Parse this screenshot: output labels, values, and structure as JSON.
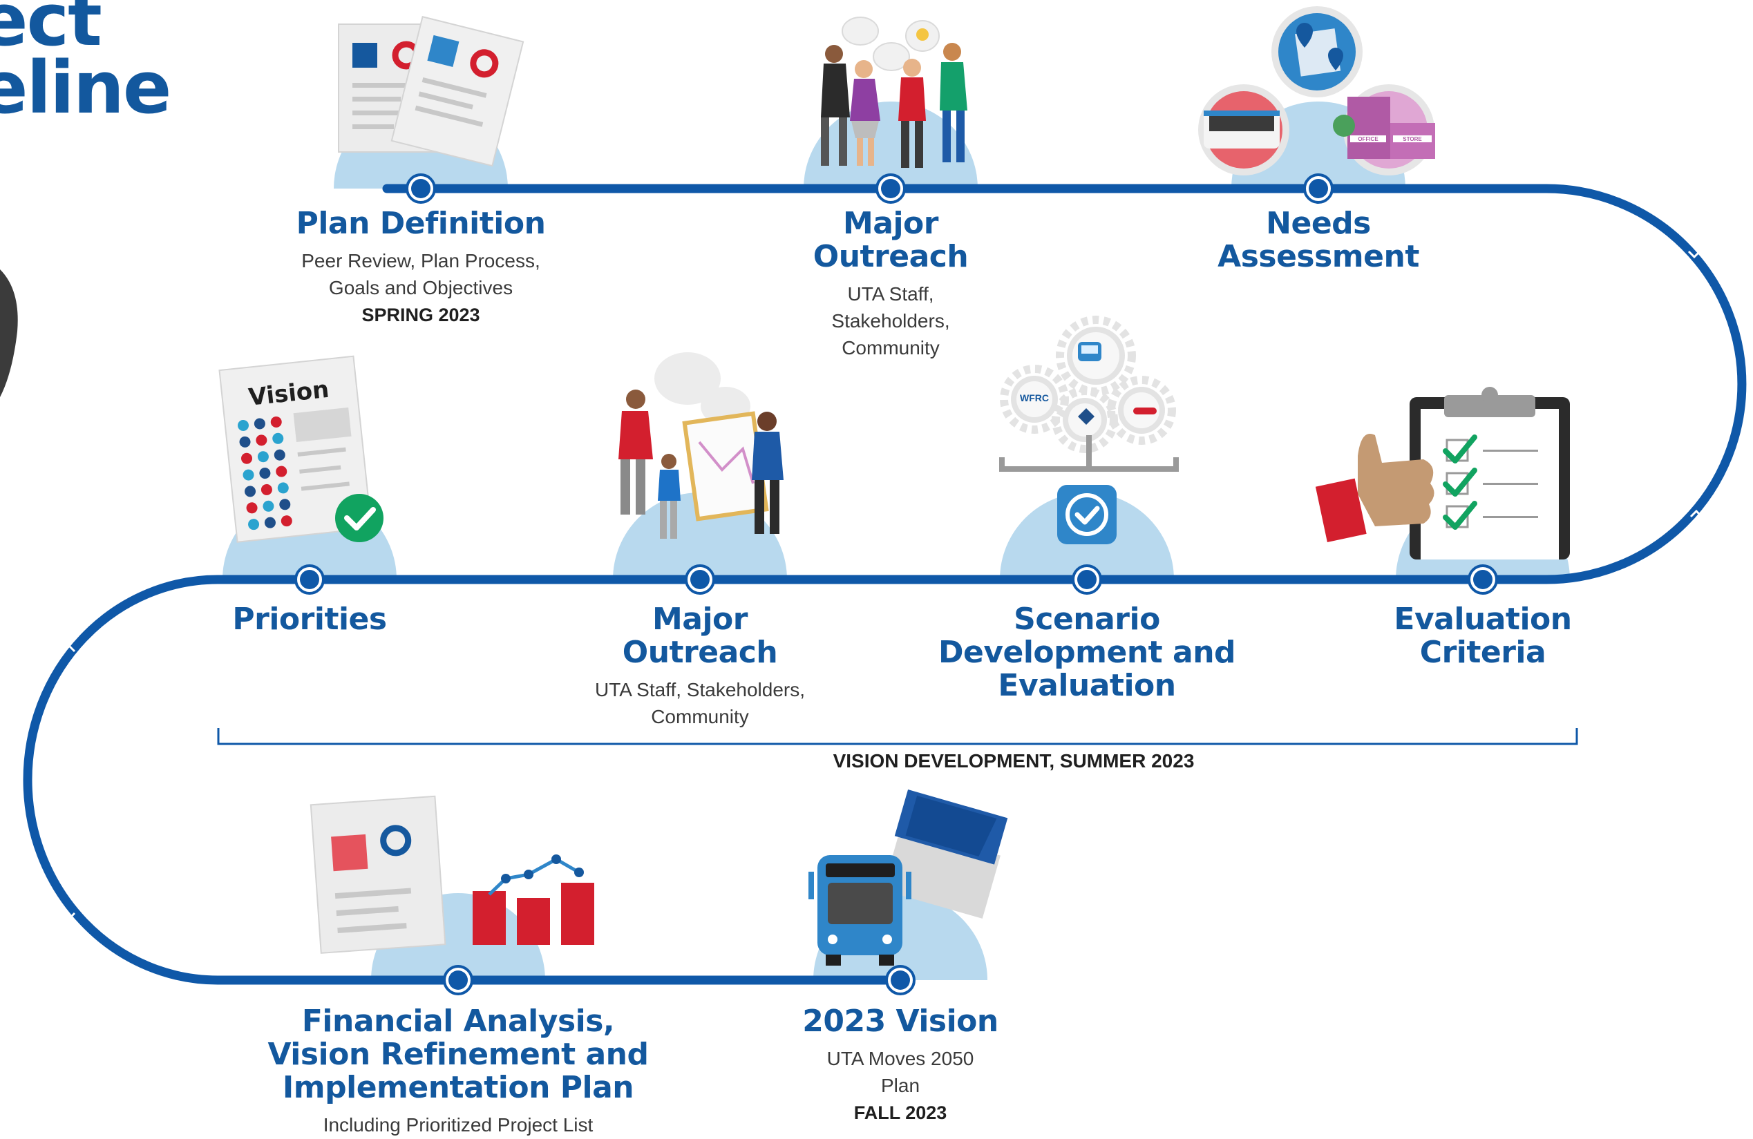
{
  "header": {
    "line1": "ect",
    "line2": "eline"
  },
  "colors": {
    "track": "#0f58a8",
    "title": "#13589e",
    "hill": "#b8d9ee",
    "red": "#d31f2e",
    "green": "#11a360"
  },
  "milestones": [
    {
      "id": "plan-definition",
      "title_lines": [
        "Plan Definition"
      ],
      "sub_lines": [
        "Peer Review, Plan Process,",
        "Goals and Objectives"
      ],
      "when": "SPRING 2023",
      "icon": "documents-icon"
    },
    {
      "id": "major-outreach-1",
      "title_lines": [
        "Major",
        "Outreach"
      ],
      "sub_lines": [
        "UTA Staff,",
        "Stakeholders,",
        "Community"
      ],
      "when": "",
      "icon": "people-talking-icon"
    },
    {
      "id": "needs-assessment",
      "title_lines": [
        "Needs",
        "Assessment"
      ],
      "sub_lines": [],
      "when": "",
      "icon": "transit-map-buildings-icon"
    },
    {
      "id": "priorities",
      "title_lines": [
        "Priorities"
      ],
      "sub_lines": [],
      "when": "",
      "icon": "vision-document-icon",
      "doc_text": "Vision"
    },
    {
      "id": "major-outreach-2",
      "title_lines": [
        "Major",
        "Outreach"
      ],
      "sub_lines": [
        "UTA Staff, Stakeholders,",
        "Community"
      ],
      "when": "",
      "icon": "family-easel-icon"
    },
    {
      "id": "scenario-development",
      "title_lines": [
        "Scenario",
        "Development and",
        "Evaluation"
      ],
      "sub_lines": [],
      "when": "",
      "icon": "gears-check-icon",
      "gear_text": "WFRC"
    },
    {
      "id": "evaluation-criteria",
      "title_lines": [
        "Evaluation",
        "Criteria"
      ],
      "sub_lines": [],
      "when": "",
      "icon": "clipboard-thumbs-up-icon"
    },
    {
      "id": "financial-analysis",
      "title_lines": [
        "Financial Analysis,",
        "Vision Refinement and",
        "Implementation Plan"
      ],
      "sub_lines": [
        "Including Prioritized Project List"
      ],
      "when": "",
      "icon": "report-chart-icon"
    },
    {
      "id": "vision-2023",
      "title_lines": [
        "2023 Vision"
      ],
      "sub_lines": [
        "UTA Moves 2050",
        "Plan"
      ],
      "when": "FALL 2023",
      "icon": "bus-book-icon"
    }
  ],
  "illustration_text": {
    "office_sign": "OFFICE",
    "store_sign": "STORE"
  },
  "bracket": {
    "label": "VISION DEVELOPMENT, SUMMER 2023"
  }
}
